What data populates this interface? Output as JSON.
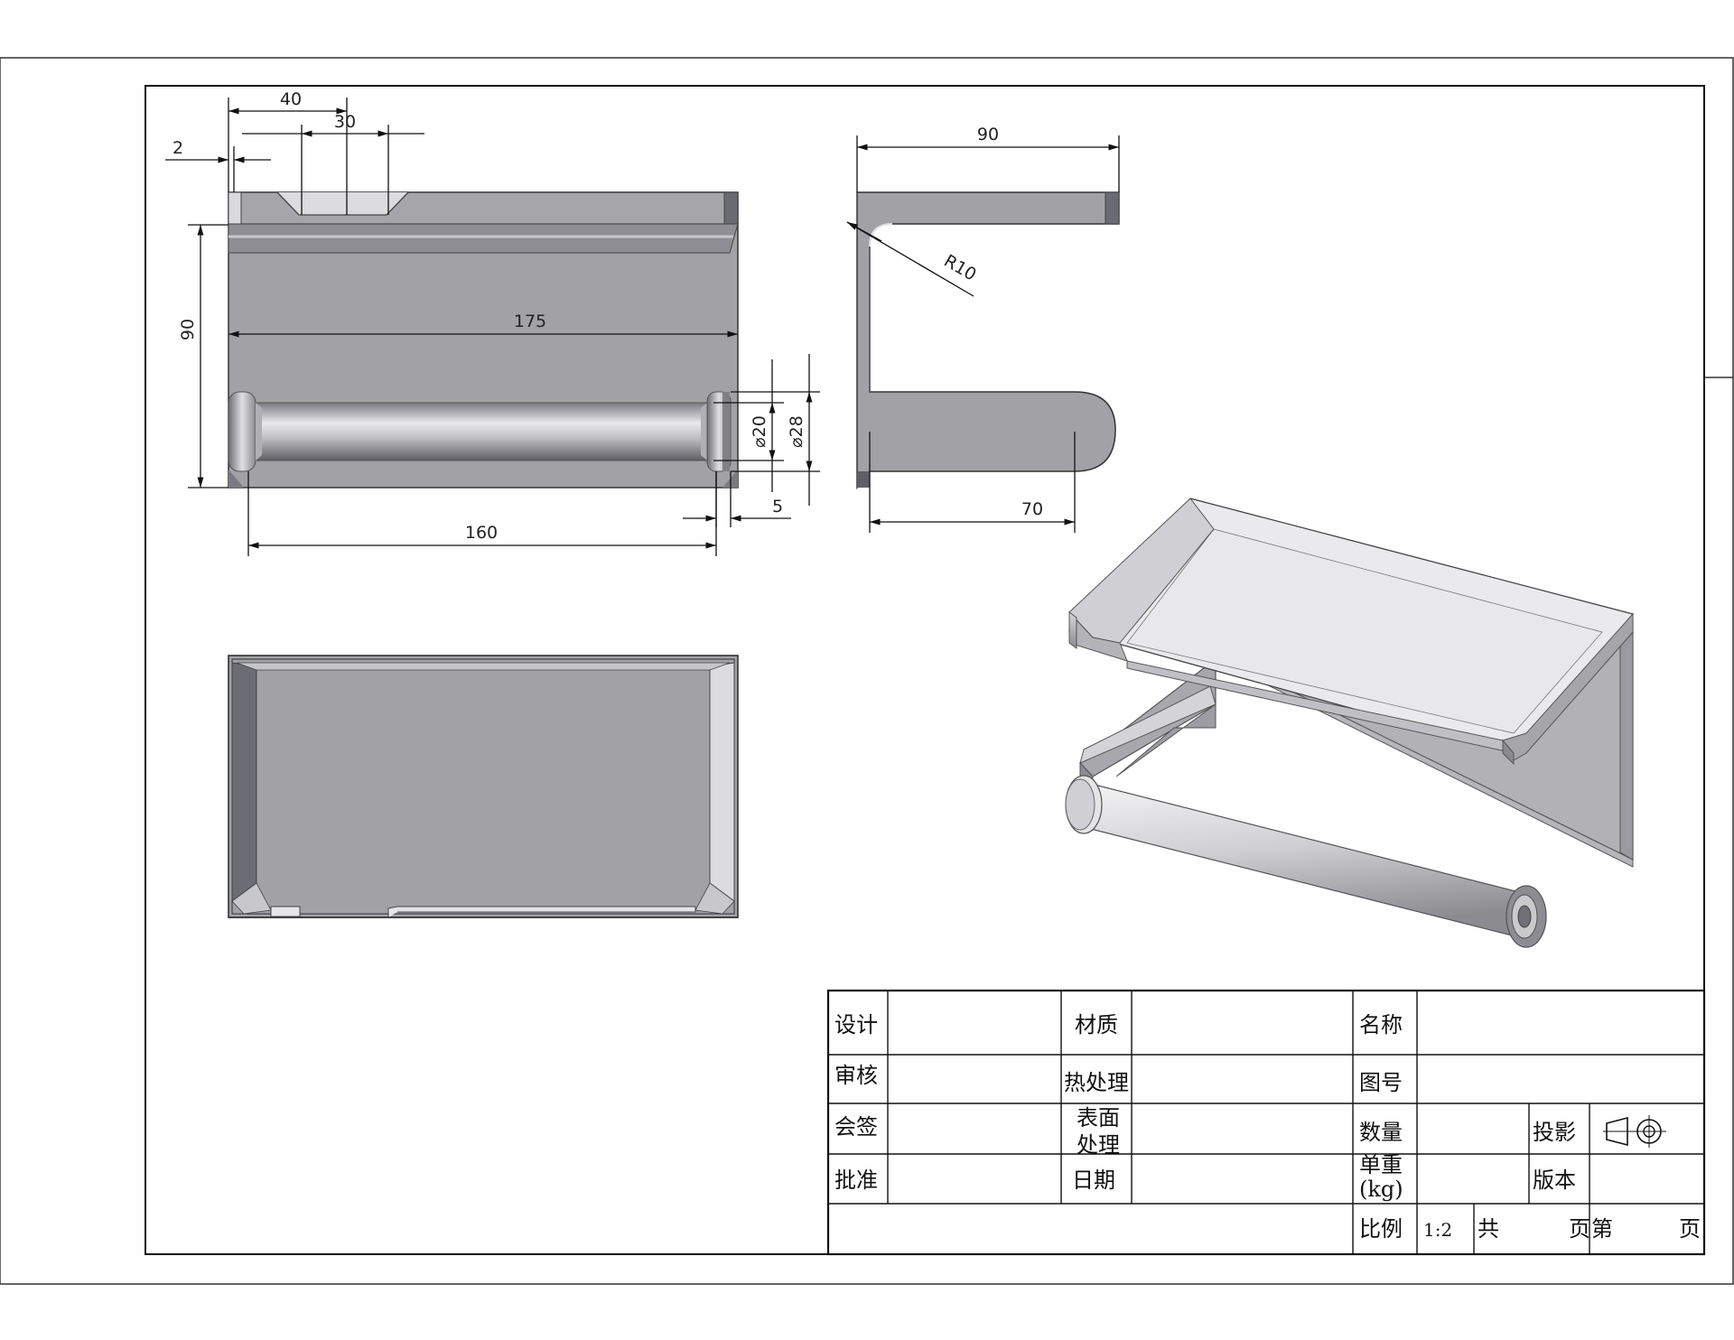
{
  "dimensions": {
    "front": {
      "d40": "40",
      "d30": "30",
      "d2": "2",
      "d90": "90",
      "d175": "175",
      "d160": "160",
      "d20": "⌀20",
      "d28": "⌀28",
      "d5": "5"
    },
    "side": {
      "d90": "90",
      "r10": "R10",
      "d70": "70"
    }
  },
  "title_block": {
    "design": "设计",
    "review": "审核",
    "countersign": "会签",
    "approve": "批准",
    "material": "材质",
    "heat_treatment": "热处理",
    "surface_line1": "表面",
    "surface_line2": "处理",
    "date": "日期",
    "name": "名称",
    "drawing_no": "图号",
    "quantity": "数量",
    "unit_weight_line1": "单重",
    "unit_weight_line2": "(kg)",
    "projection": "投影",
    "version": "版本",
    "scale_label": "比例",
    "scale_value": "1:2",
    "total_label": "共",
    "page_unit_1": "页",
    "page_label": "第",
    "page_unit_2": "页"
  },
  "icons": {
    "projection_symbol": "first-angle-projection-icon"
  },
  "colors": {
    "part_fill": "#a0a0a4",
    "part_dark": "#6e6e74",
    "part_light": "#e6e6e8",
    "line": "#111111"
  }
}
